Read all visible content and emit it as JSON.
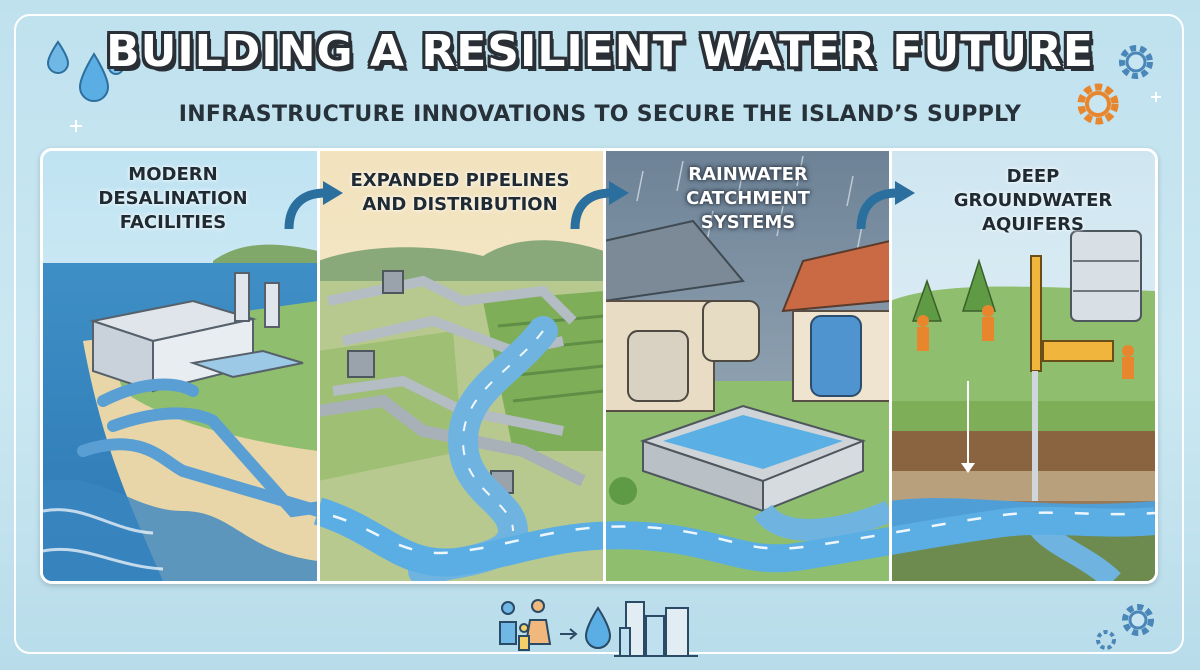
{
  "title": "BUILDING A RESILIENT WATER FUTURE",
  "subtitle": "INFRASTRUCTURE INNOVATIONS TO SECURE THE ISLAND’S SUPPLY",
  "panels": [
    {
      "label_lines": [
        "MODERN",
        "DESALINATION",
        "FACILITIES"
      ]
    },
    {
      "label_lines": [
        "EXPANDED PIPELINES",
        "AND DISTRIBUTION"
      ]
    },
    {
      "label_lines": [
        "RAINWATER",
        "CATCHMENT",
        "SYSTEMS"
      ]
    },
    {
      "label_lines": [
        "DEEP",
        "GROUNDWATER",
        "AQUIFERS"
      ]
    }
  ],
  "icons": {
    "top_left": "water-drops-icon",
    "top_right": "gears-icon",
    "bottom_center": "people-to-water-to-city-icon",
    "bottom_right": "gears-icon"
  },
  "colors": {
    "background": "#c7e6f1",
    "water": "#4a90c8",
    "pipe": "#5a9fd4",
    "text": "#26313a"
  }
}
